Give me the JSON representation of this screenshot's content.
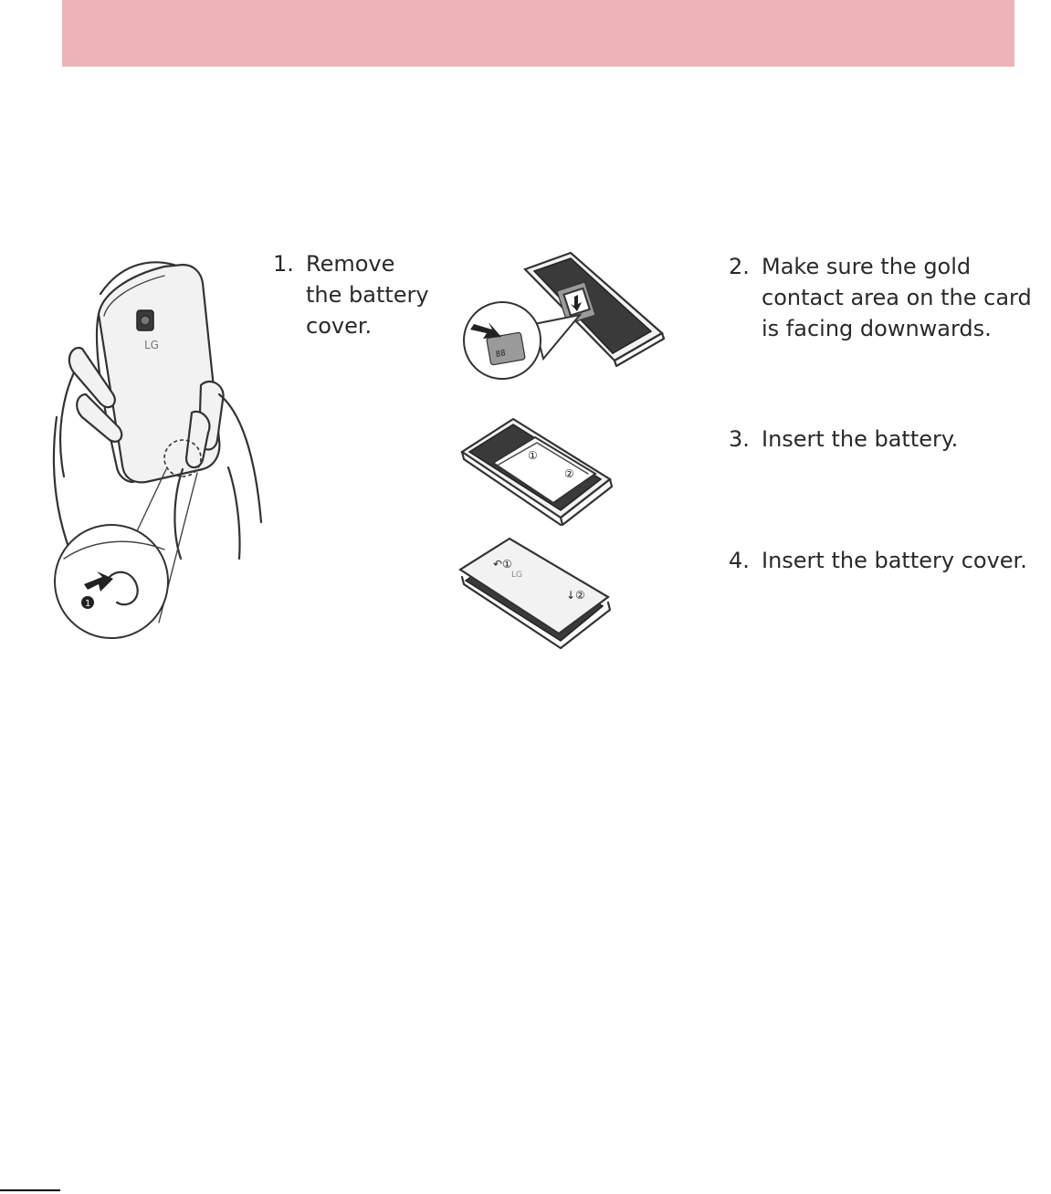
{
  "colors": {
    "header_band": "#ecb4b8",
    "text": "#2a2a2a"
  },
  "logo_text": "LG",
  "steps": [
    {
      "number": "1.",
      "text": "Remove\nthe battery\ncover."
    },
    {
      "number": "2.",
      "text": "Make sure the gold\ncontact area on the card\nis facing downwards."
    },
    {
      "number": "3.",
      "text": "Insert the battery."
    },
    {
      "number": "4.",
      "text": "Insert the battery cover."
    }
  ],
  "illustrations": [
    {
      "icon": "hands-holding-phone-illustration"
    },
    {
      "icon": "sim-card-insertion-illustration"
    },
    {
      "icon": "battery-insertion-illustration"
    },
    {
      "icon": "battery-cover-insertion-illustration"
    }
  ]
}
